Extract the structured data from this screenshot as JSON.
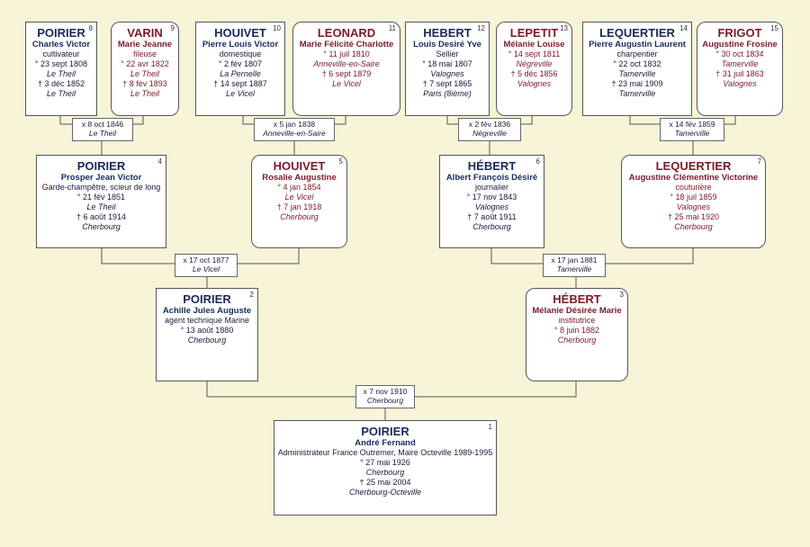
{
  "persons": [
    {
      "id": "8",
      "sex": "male",
      "surname": "POIRIER",
      "given": "Charles Victor",
      "occupation": "cultivateur",
      "events": [
        {
          "t": "° 23 sept 1808"
        },
        {
          "t": "Le Theil",
          "place": true
        },
        {
          "t": "† 3 déc 1852"
        },
        {
          "t": "Le Theil",
          "place": true
        }
      ]
    },
    {
      "id": "9",
      "sex": "female",
      "surname": "VARIN",
      "given": "Marie Jeanne",
      "occupation": "fileuse",
      "events": [
        {
          "t": "° 22 avr 1822"
        },
        {
          "t": "Le Theil",
          "place": true
        },
        {
          "t": "† 8 fév 1893"
        },
        {
          "t": "Le Theil",
          "place": true
        }
      ]
    },
    {
      "id": "10",
      "sex": "male",
      "surname": "HOUIVET",
      "given": "Pierre Louis Victor",
      "occupation": "domestique",
      "events": [
        {
          "t": "° 2 fév 1807"
        },
        {
          "t": "La Pernelle",
          "place": true
        },
        {
          "t": "† 14 sept 1887"
        },
        {
          "t": "Le Vicel",
          "place": true
        }
      ]
    },
    {
      "id": "11",
      "sex": "female",
      "surname": "LEONARD",
      "given": "Marie Félicité Charlotte",
      "occupation": "",
      "events": [
        {
          "t": "° 11 juil 1810"
        },
        {
          "t": "Anneville-en-Saire",
          "place": true
        },
        {
          "t": "† 6 sept 1879"
        },
        {
          "t": "Le Vicel",
          "place": true
        }
      ]
    },
    {
      "id": "12",
      "sex": "male",
      "surname": "HEBERT",
      "given": "Louis Desiré Yve",
      "occupation": "Sellier",
      "events": [
        {
          "t": "° 18 mai 1807"
        },
        {
          "t": "Valognes",
          "place": true
        },
        {
          "t": "† 7 sept 1865"
        },
        {
          "t": "Paris (8ième)",
          "place": true
        }
      ]
    },
    {
      "id": "13",
      "sex": "female",
      "surname": "LEPETIT",
      "given": "Mélanie Louise",
      "occupation": "",
      "events": [
        {
          "t": "° 14 sept 1811"
        },
        {
          "t": "Négreville",
          "place": true
        },
        {
          "t": "† 5 déc 1856"
        },
        {
          "t": "Valognes",
          "place": true
        }
      ]
    },
    {
      "id": "14",
      "sex": "male",
      "surname": "LEQUERTIER",
      "given": "Pierre Augustin Laurent",
      "occupation": "charpentier",
      "events": [
        {
          "t": "° 22 oct 1832"
        },
        {
          "t": "Tamerville",
          "place": true
        },
        {
          "t": "† 23 mai 1909"
        },
        {
          "t": "Tamerville",
          "place": true
        }
      ]
    },
    {
      "id": "15",
      "sex": "female",
      "surname": "FRIGOT",
      "given": "Augustine Frosine",
      "occupation": "",
      "events": [
        {
          "t": "° 30 oct 1834"
        },
        {
          "t": "Tamerville",
          "place": true
        },
        {
          "t": "† 31 juil 1863"
        },
        {
          "t": "Valognes",
          "place": true
        }
      ]
    },
    {
      "id": "4",
      "sex": "male",
      "surname": "POIRIER",
      "given": "Prosper Jean Victor",
      "occupation": "Garde-champêtre, scieur de long",
      "events": [
        {
          "t": "° 21 fév 1851"
        },
        {
          "t": "Le Theil",
          "place": true
        },
        {
          "t": "† 6 août 1914"
        },
        {
          "t": "Cherbourg",
          "place": true
        }
      ]
    },
    {
      "id": "5",
      "sex": "female",
      "surname": "HOUIVET",
      "given": "Rosalie Augustine",
      "occupation": "",
      "events": [
        {
          "t": "° 4 jan 1854"
        },
        {
          "t": "Le Vicel",
          "place": true
        },
        {
          "t": "† 7 jan 1918"
        },
        {
          "t": "Cherbourg",
          "place": true
        }
      ]
    },
    {
      "id": "6",
      "sex": "male",
      "surname": "HÉBERT",
      "given": "Albert François Désiré",
      "occupation": "journalier",
      "events": [
        {
          "t": "° 17 nov 1843"
        },
        {
          "t": "Valognes",
          "place": true
        },
        {
          "t": "† 7 août 1911"
        },
        {
          "t": "Cherbourg",
          "place": true
        }
      ]
    },
    {
      "id": "7",
      "sex": "female",
      "surname": "LEQUERTIER",
      "given": "Augustine Clémentine Victorine",
      "occupation": "couturière",
      "events": [
        {
          "t": "° 18 juil 1859"
        },
        {
          "t": "Valognes",
          "place": true
        },
        {
          "t": "† 25 mai 1920"
        },
        {
          "t": "Cherbourg",
          "place": true
        }
      ]
    },
    {
      "id": "2",
      "sex": "male",
      "surname": "POIRIER",
      "given": "Achille Jules Auguste",
      "occupation": "agent technique Marine",
      "events": [
        {
          "t": "° 13 août 1880"
        },
        {
          "t": "Cherbourg",
          "place": true
        }
      ]
    },
    {
      "id": "3",
      "sex": "female",
      "surname": "HÉBERT",
      "given": "Mélanie Désirée Marie",
      "occupation": "institutrice",
      "events": [
        {
          "t": "° 8 juin 1882"
        },
        {
          "t": "Cherbourg",
          "place": true
        }
      ]
    },
    {
      "id": "1",
      "sex": "male",
      "surname": "POIRIER",
      "given": "André Fernand",
      "occupation": "Administrateur France Outremer, Maire Octeville 1989-1995",
      "events": [
        {
          "t": "° 27 mai 1926"
        },
        {
          "t": "Cherbourg",
          "place": true
        },
        {
          "t": "† 25 mai 2004"
        },
        {
          "t": "Cherbourg-Octeville",
          "place": true
        }
      ]
    }
  ],
  "marriages": [
    {
      "couple": "8-9",
      "date": "x 8 oct 1846",
      "place": "Le Theil"
    },
    {
      "couple": "10-11",
      "date": "x 5 jan 1838",
      "place": "Anneville-en-Saire"
    },
    {
      "couple": "12-13",
      "date": "x 2 fév 1836",
      "place": "Négreville"
    },
    {
      "couple": "14-15",
      "date": "x 14 fév 1859",
      "place": "Tamerville"
    },
    {
      "couple": "4-5",
      "date": "x 17 oct 1877",
      "place": "Le Vicel"
    },
    {
      "couple": "6-7",
      "date": "x 17 jan 1881",
      "place": "Tamerville"
    },
    {
      "couple": "2-3",
      "date": "x 7 nov 1910",
      "place": "Cherbourg"
    }
  ],
  "colors": {
    "background": "#f7f4d8",
    "male_text": "#1a2a5a",
    "female_text": "#7a1a2a",
    "line": "#555555"
  }
}
